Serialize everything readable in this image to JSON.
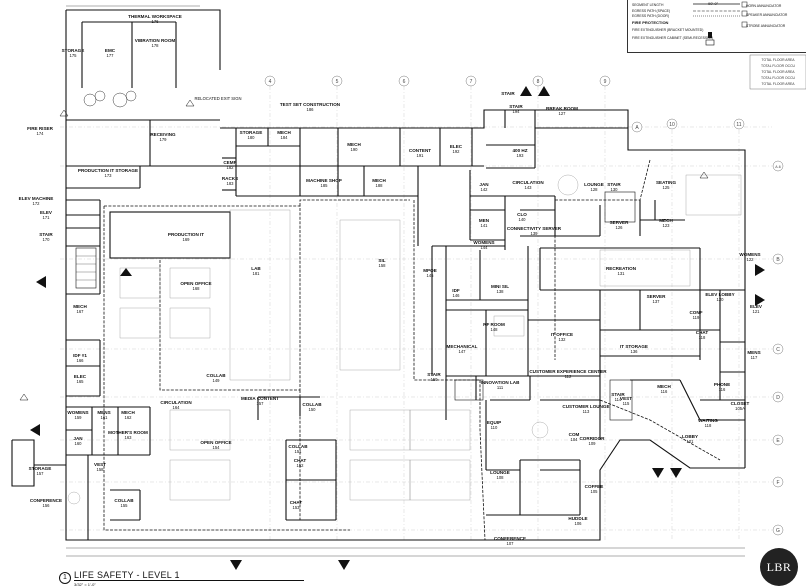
{
  "rooms": [
    {
      "name": "THERMAL WORKSPACE",
      "num": "176"
    },
    {
      "name": "EMC",
      "num": "177"
    },
    {
      "name": "VIBRATION ROOM",
      "num": "178"
    },
    {
      "name": "STORAGE",
      "num": "175"
    },
    {
      "name": "FIRE RISER",
      "num": "174"
    },
    {
      "name": "RECEIVING",
      "num": "179"
    },
    {
      "name": "TEST SET CONSTRUCTION",
      "num": "186"
    },
    {
      "name": "STORAGE",
      "num": "180"
    },
    {
      "name": "MECH",
      "num": "184"
    },
    {
      "name": "MECH",
      "num": "190"
    },
    {
      "name": "CONTENT",
      "num": "191"
    },
    {
      "name": "ELEC",
      "num": "192"
    },
    {
      "name": "400 HZ",
      "num": "193"
    },
    {
      "name": "STAIR",
      "num": "194"
    },
    {
      "name": "BREAK ROOM",
      "num": "127"
    },
    {
      "name": "PRODUCTION IT STORAGE",
      "num": "173"
    },
    {
      "name": "CEMP",
      "num": "182"
    },
    {
      "name": "RACKS",
      "num": "183"
    },
    {
      "name": "MACHINE SHOP",
      "num": "185"
    },
    {
      "name": "MECH",
      "num": "188"
    },
    {
      "name": "JAN",
      "num": "142"
    },
    {
      "name": "CIRCULATION",
      "num": "143"
    },
    {
      "name": "LOUNGE",
      "num": "128"
    },
    {
      "name": "SEATING",
      "num": "125"
    },
    {
      "name": "ELEV MACHINE",
      "num": "172"
    },
    {
      "name": "ELEV",
      "num": "171"
    },
    {
      "name": "STAIR",
      "num": "170"
    },
    {
      "name": "PRODUCTION IT",
      "num": "169"
    },
    {
      "name": "MEN",
      "num": "141"
    },
    {
      "name": "CLO",
      "num": "140"
    },
    {
      "name": "CONNECTIVITY SERVER",
      "num": "139"
    },
    {
      "name": "STAIR",
      "num": "130"
    },
    {
      "name": "SERVER",
      "num": "126"
    },
    {
      "name": "MECH",
      "num": "123"
    },
    {
      "name": "WOMENS",
      "num": "144"
    },
    {
      "name": "SIL",
      "num": "158"
    },
    {
      "name": "LAB",
      "num": "181"
    },
    {
      "name": "OPEN OFFICE",
      "num": "168"
    },
    {
      "name": "MPOE",
      "num": "145"
    },
    {
      "name": "RECREATION",
      "num": "131"
    },
    {
      "name": "WOMENS",
      "num": "122"
    },
    {
      "name": "IDF",
      "num": "146"
    },
    {
      "name": "MINI SIL",
      "num": "138"
    },
    {
      "name": "MECH",
      "num": "167"
    },
    {
      "name": "SERVER",
      "num": "137"
    },
    {
      "name": "ELEV LOBBY",
      "num": "120"
    },
    {
      "name": "ELEV",
      "num": "121"
    },
    {
      "name": "CONF",
      "num": "119"
    },
    {
      "name": "RF ROOM",
      "num": "148"
    },
    {
      "name": "IT OFFICE",
      "num": "132"
    },
    {
      "name": "CHAT",
      "num": "118"
    },
    {
      "name": "MECHANICAL",
      "num": "147"
    },
    {
      "name": "IT STORAGE",
      "num": "136"
    },
    {
      "name": "MENS",
      "num": "117"
    },
    {
      "name": "IDF #1",
      "num": "166"
    },
    {
      "name": "ELEC",
      "num": "165"
    },
    {
      "name": "COLLAB",
      "num": "149"
    },
    {
      "name": "STAIR",
      "num": "150"
    },
    {
      "name": "INNOVATION LAB",
      "num": "111"
    },
    {
      "name": "CUSTOMER EXPERIENCE CENTER",
      "num": "112"
    },
    {
      "name": "MECH",
      "num": "116"
    },
    {
      "name": "PHONE",
      "num": "116"
    },
    {
      "name": "STAIR",
      "num": "114"
    },
    {
      "name": "CLOSET",
      "num": "105A"
    },
    {
      "name": "CIRCULATION",
      "num": "164"
    },
    {
      "name": "MEDIA CONTENT",
      "num": "157"
    },
    {
      "name": "COLLAB",
      "num": "150"
    },
    {
      "name": "VEST",
      "num": "115"
    },
    {
      "name": "CUSTOMER LOUNGE",
      "num": "113"
    },
    {
      "name": "WAITING",
      "num": "118"
    },
    {
      "name": "WOMENS",
      "num": "159"
    },
    {
      "name": "MENS",
      "num": "161"
    },
    {
      "name": "MECH",
      "num": "162"
    },
    {
      "name": "MOTHER'S ROOM",
      "num": "163"
    },
    {
      "name": "JAN",
      "num": "160"
    },
    {
      "name": "OPEN OFFICE",
      "num": "154"
    },
    {
      "name": "COLLAB",
      "num": "151"
    },
    {
      "name": "CHAT",
      "num": "152"
    },
    {
      "name": "EQUIP",
      "num": "110"
    },
    {
      "name": "CORRIDOR",
      "num": "109"
    },
    {
      "name": "COM",
      "num": "104"
    },
    {
      "name": "LOBBY",
      "num": "101"
    },
    {
      "name": "STORAGE",
      "num": "157"
    },
    {
      "name": "VEST",
      "num": "158"
    },
    {
      "name": "COLLAB",
      "num": "155"
    },
    {
      "name": "CONFERENCE",
      "num": "156"
    },
    {
      "name": "CHAT",
      "num": "153"
    },
    {
      "name": "LOUNGE",
      "num": "108"
    },
    {
      "name": "COFFEE",
      "num": "105"
    },
    {
      "name": "HUDDLE",
      "num": "106"
    },
    {
      "name": "CONFERENCE",
      "num": "107"
    }
  ],
  "grid_cols": [
    "4",
    "5",
    "6",
    "7",
    "8",
    "9",
    "10",
    "11"
  ],
  "grid_rows": [
    "A",
    "A.6",
    "B",
    "C",
    "D",
    "E",
    "F",
    "G"
  ],
  "legend": {
    "rows_left": [
      "SEGMENT LENGTH",
      "EGRESS PATH (SPACE)",
      "EGRESS PATH (DOOR)"
    ],
    "fire_header": "FIRE PROTECTION",
    "rows_fire": [
      "FIRE EXTINGUISHER (BRACKET MOUNTED)",
      "FIRE EXTINGUISHER CABINET (SEMI-RECESSED)"
    ],
    "rows_right": [
      "HORN ANNUNCIATOR",
      "SPEAKER ANNUNCIATOR",
      "STROBE ANNUNCIATOR"
    ],
    "segment_example": "90'-0\"",
    "occupancy_lines": [
      "TOTAL FLOOR AREA",
      "TOTAL FLOOR OCCU",
      "TOTAL FLOOR AREA",
      "TOTAL FLOOR OCCU",
      "TOTAL FLOOR AREA"
    ]
  },
  "labels": {
    "relocated_exit": "RELOCATED EXIT SIGN",
    "stair_head": "STAIR"
  },
  "title": {
    "number": "1",
    "text": "LIFE SAFETY - LEVEL 1",
    "scale": "3/32\" = 1'-0\""
  },
  "logo_text": "LBR"
}
